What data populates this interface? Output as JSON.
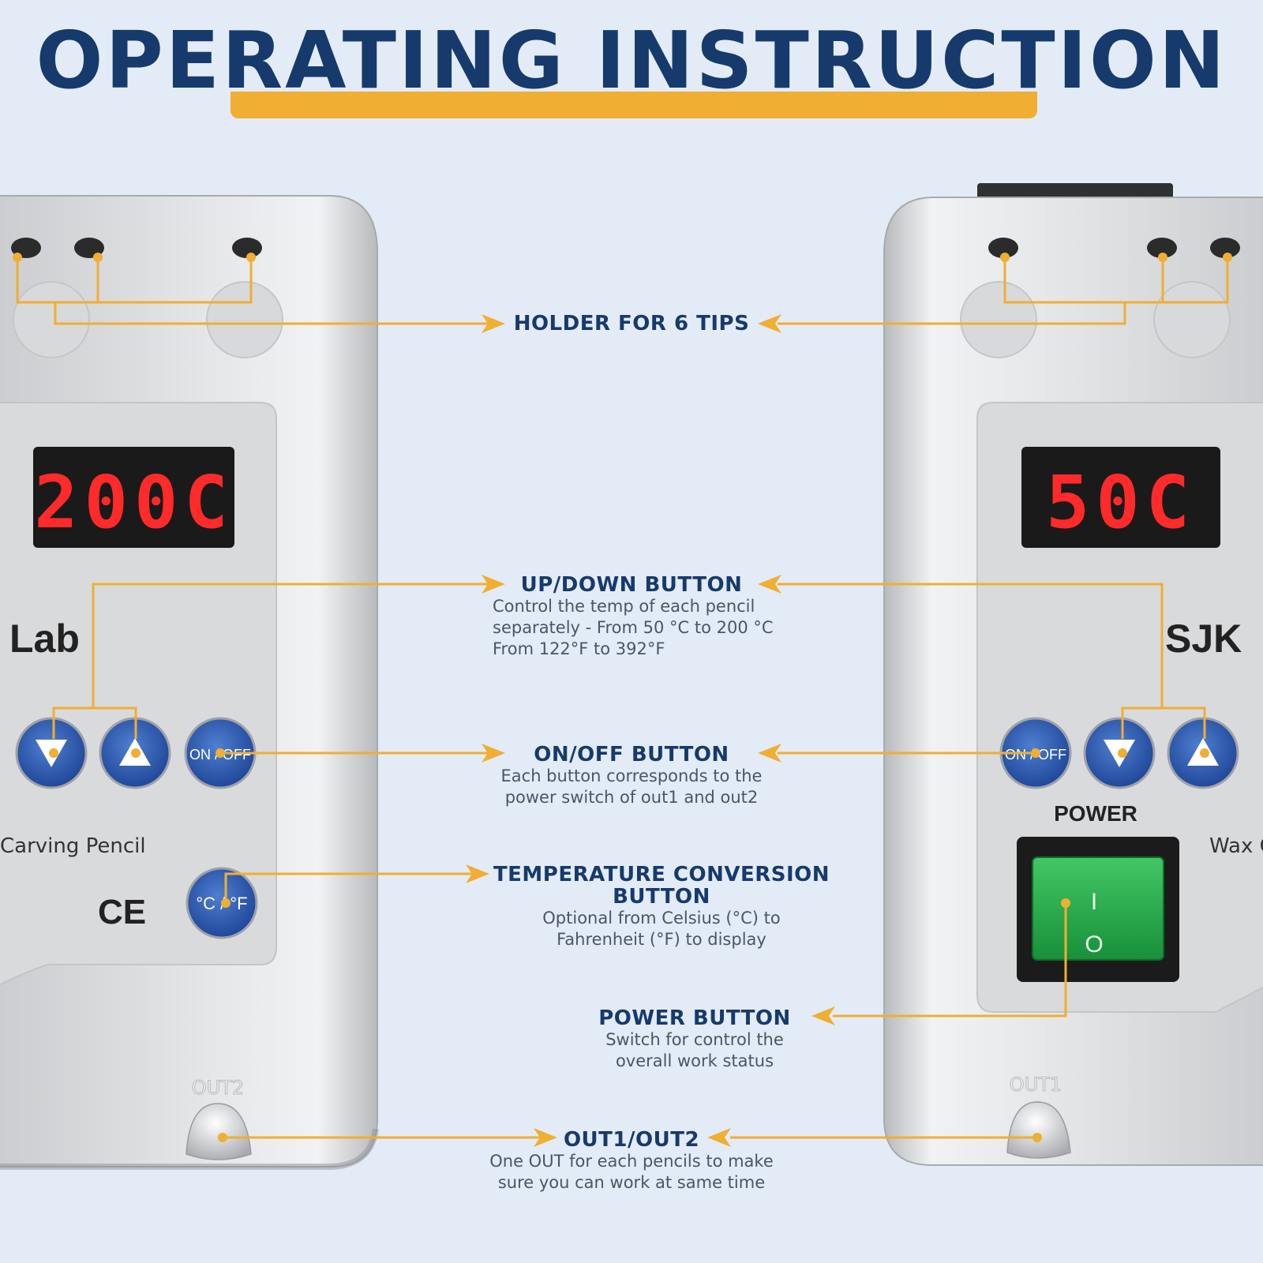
{
  "title": "OPERATING INSTRUCTION",
  "colors": {
    "title": "#163a6c",
    "accent": "#f0ae33",
    "background": "#e3ebf6",
    "led": "#ff2a2a",
    "switch": "#2ab04f",
    "button": "#2f5fb7"
  },
  "left_unit": {
    "display": "200C",
    "brand": "Lab",
    "product_text": "Carving Pencil",
    "cert_mark": "CE",
    "output_label": "OUT2",
    "buttons": {
      "down_icon": "triangle-down-icon",
      "up_icon": "triangle-up-icon",
      "onoff": "ON / OFF",
      "conversion": "°C / °F"
    }
  },
  "right_unit": {
    "display": "50C",
    "brand": "SJK",
    "product_text": "Wax C",
    "power_label": "POWER",
    "switch_on_mark": "I",
    "switch_off_mark": "O",
    "output_label": "OUT1",
    "buttons": {
      "onoff": "ON / OFF",
      "down_icon": "triangle-down-icon",
      "up_icon": "triangle-up-icon"
    }
  },
  "annotations": {
    "holder": {
      "heading": "HOLDER FOR 6 TIPS"
    },
    "updown": {
      "heading": "UP/DOWN BUTTON",
      "lines": [
        "Control the temp of each pencil",
        "separately - From 50 °C to 200 °C",
        "From 122°F to  392°F"
      ]
    },
    "onoff": {
      "heading": "ON/OFF BUTTON",
      "lines": [
        "Each button corresponds to the",
        "power switch of out1 and out2"
      ]
    },
    "conversion": {
      "heading_lines": [
        "TEMPERATURE CONVERSION",
        "BUTTON"
      ],
      "lines": [
        "Optional from Celsius (°C) to",
        "Fahrenheit (°F) to display"
      ]
    },
    "power": {
      "heading": "POWER BUTTON",
      "lines": [
        "Switch for control the",
        "overall work status"
      ]
    },
    "out": {
      "heading": "OUT1/OUT2",
      "lines": [
        "One OUT for each pencils to make",
        "sure you can work at same time"
      ]
    }
  }
}
